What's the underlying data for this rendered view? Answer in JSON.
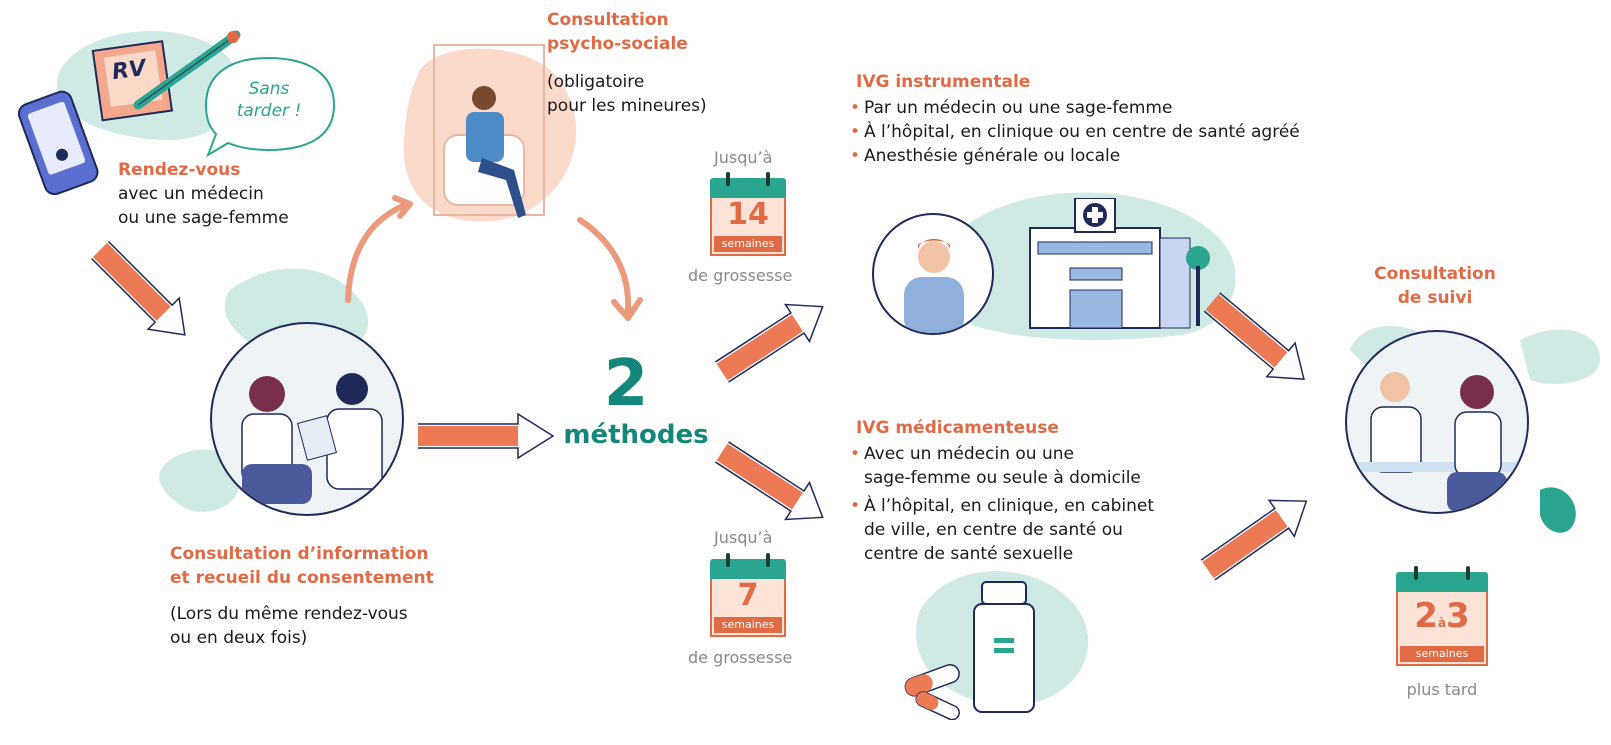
{
  "step1": {
    "title": "Rendez-vous",
    "lines": [
      "avec un médecin",
      "ou une sage-femme"
    ],
    "note_rv": "RV",
    "bubble": [
      "Sans",
      "tarder !"
    ]
  },
  "psycho": {
    "title": [
      "Consultation",
      "psycho-sociale"
    ],
    "lines": [
      "(obligatoire",
      "pour les mineures)"
    ]
  },
  "info": {
    "title": [
      "Consultation d’information",
      "et recueil du consentement"
    ],
    "lines": [
      "(Lors du même rendez-vous",
      "ou en deux fois)"
    ]
  },
  "methods": {
    "number": "2",
    "label": "méthodes"
  },
  "instrumental": {
    "title": "IVG instrumentale",
    "bullets": [
      "Par un médecin ou une sage-femme",
      "À l’hôpital, en clinique ou en centre de santé agréé",
      "Anesthésie générale ou locale"
    ],
    "limit_prefix": "Jusqu’à",
    "limit_number": "14",
    "limit_unit": "semaines",
    "limit_suffix": "de grossesse"
  },
  "medicamenteuse": {
    "title": "IVG médicamenteuse",
    "bullets": [
      [
        "Avec un médecin ou une",
        "sage-femme ou seule à domicile"
      ],
      [
        "À l’hôpital, en clinique, en cabinet",
        "de ville, en centre de santé ou",
        "centre de santé sexuelle"
      ]
    ],
    "limit_prefix": "Jusqu’à",
    "limit_number": "7",
    "limit_unit": "semaines",
    "limit_suffix": "de grossesse"
  },
  "suivi": {
    "title": [
      "Consultation",
      "de suivi"
    ],
    "number_a": "2",
    "number_sep": "à",
    "number_b": "3",
    "unit": "semaines",
    "suffix": "plus tard"
  },
  "colors": {
    "orange": "#e06a44",
    "teal": "#14877a",
    "navy": "#1f2a5a",
    "mint": "#cfe9e4",
    "peach": "#fbd9cb"
  }
}
